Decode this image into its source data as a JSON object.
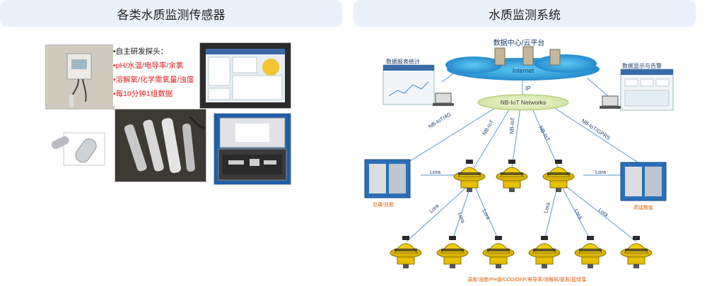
{
  "left_panel": {
    "title": "各类水质监测传感器",
    "bullets": [
      {
        "text": "•自主研发探头：",
        "color": "black"
      },
      {
        "text": "•pH/水温/电导率/余氯",
        "color": "red"
      },
      {
        "text": "•溶解氧/化学需氧量/浊度",
        "color": "red"
      },
      {
        "text": "•每10分钟1组数据",
        "color": "red"
      }
    ]
  },
  "right_panel": {
    "title": "水质监测系统",
    "cloud_center_label": "数据中心/云平台",
    "internet_label": "Internet",
    "ip_label": "IP",
    "nbiot_cloud_label": "NB-IoT Networks",
    "left_screen_label": "数据报表统计",
    "right_screen_label": "数据显示与告警",
    "link_labels": {
      "nbiot_4g": "NB-IoT/4G",
      "nbiot_a": "NB-IoT",
      "nbiot_b": "NB-IoT",
      "nbiot_c": "NB-IoT",
      "nbiot_gprs": "NB-IoT/GPRS",
      "lora": "Lora"
    },
    "left_station_caption": "总磷/总氮",
    "right_station_caption": "高锰酸盐",
    "bottom_caption": "温度/浊度/PH值/COD/ORP/电导率/溶解氧/氨氮/蓝绿藻"
  }
}
